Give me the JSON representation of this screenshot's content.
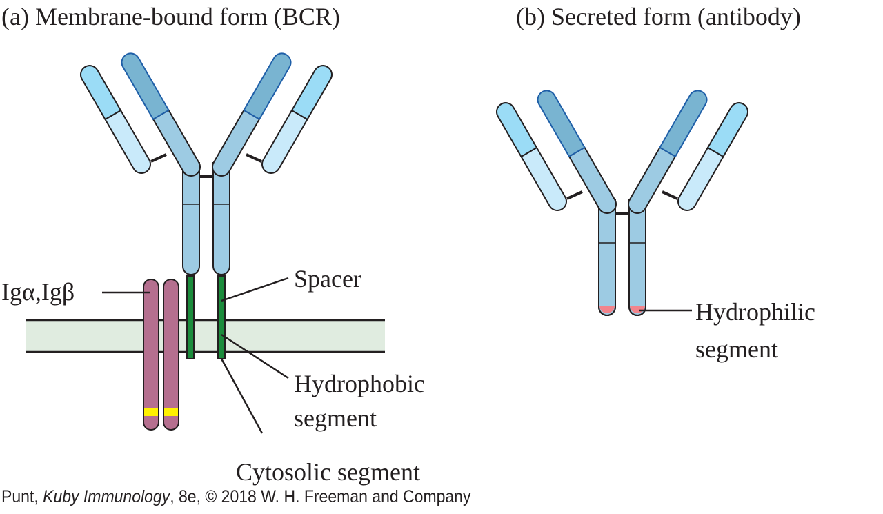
{
  "panels": {
    "a": {
      "title": "(a) Membrane-bound form (BCR)"
    },
    "b": {
      "title": "(b) Secreted form (antibody)"
    }
  },
  "labels": {
    "ig": "Igα,Igβ",
    "spacer": "Spacer",
    "hydrophobic_1": "Hydrophobic",
    "hydrophobic_2": "segment",
    "cytosolic": "Cytosolic segment",
    "hydrophilic_1": "Hydrophilic",
    "hydrophilic_2": "segment"
  },
  "credit": {
    "prefix": "Punt, ",
    "book": "Kuby Immunology",
    "suffix": ", 8e, © 2018 W. H. Freeman and Company"
  },
  "colors": {
    "heavy_variable": "#79b4d1",
    "heavy_constant": "#9dcbe3",
    "light_variable": "#9bdcf6",
    "light_constant": "#c9eafa",
    "membrane": "#e0ece0",
    "transmembrane": "#1b8c3c",
    "ig_alpha_beta": "#b56f8f",
    "itam": "#fff200",
    "hydrophilic": "#f2848c"
  }
}
